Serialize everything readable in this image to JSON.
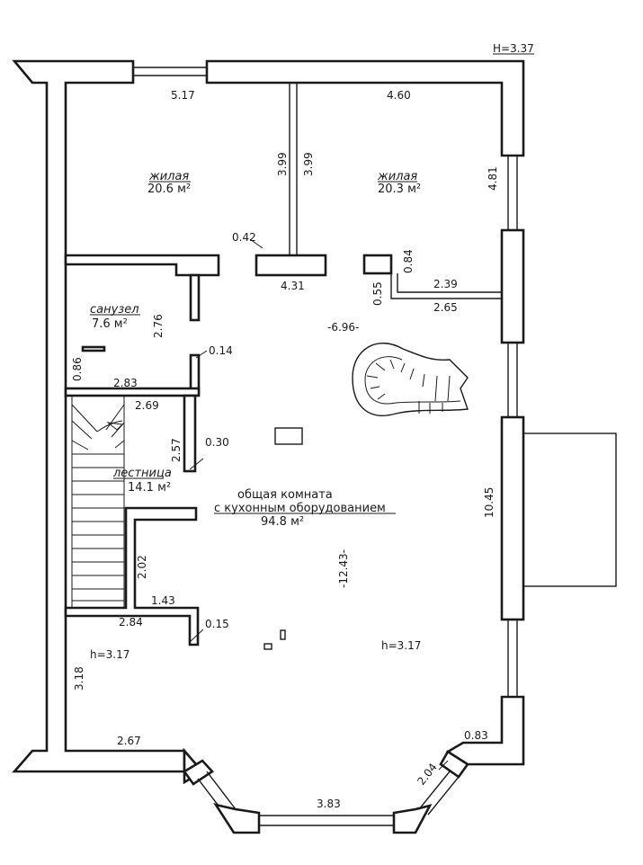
{
  "plan": {
    "height_marker": "H=3.37",
    "rooms": {
      "living1_name": "жилая",
      "living1_area": "20.6 м²",
      "living2_name": "жилая",
      "living2_area": "20.3 м²",
      "bath_name": "санузел",
      "bath_area": "7.6  м²",
      "stairs_name": "лестница",
      "stairs_area": "14.1 м²",
      "common_name_line1": "общая комната",
      "common_name_line2": "с кухонным оборудованием",
      "common_area": "94.8 м²"
    },
    "dims": {
      "top_left": "5.17",
      "top_right": "4.60",
      "right_upper": "4.81",
      "partition_a": "3.99",
      "partition_b": "3.99",
      "d042": "0.42",
      "d431": "4.31",
      "d084": "0.84",
      "d055": "0.55",
      "d239": "2.39",
      "d265": "2.65",
      "d696": "-6.96-",
      "d276": "2.76",
      "d014": "0.14",
      "d086": "0.86",
      "d283": "2.83",
      "d269": "2.69",
      "d257": "2.57",
      "d030": "0.30",
      "d1045": "10.45",
      "d1243": "-12.43-",
      "d202": "2.02",
      "d143": "1.43",
      "d284": "2.84",
      "d015": "0.15",
      "h317_left": "h=3.17",
      "h317_right": "h=3.17",
      "d318": "3.18",
      "d267": "2.67",
      "d083": "0.83",
      "d204": "2.04",
      "d383": "3.83"
    }
  }
}
